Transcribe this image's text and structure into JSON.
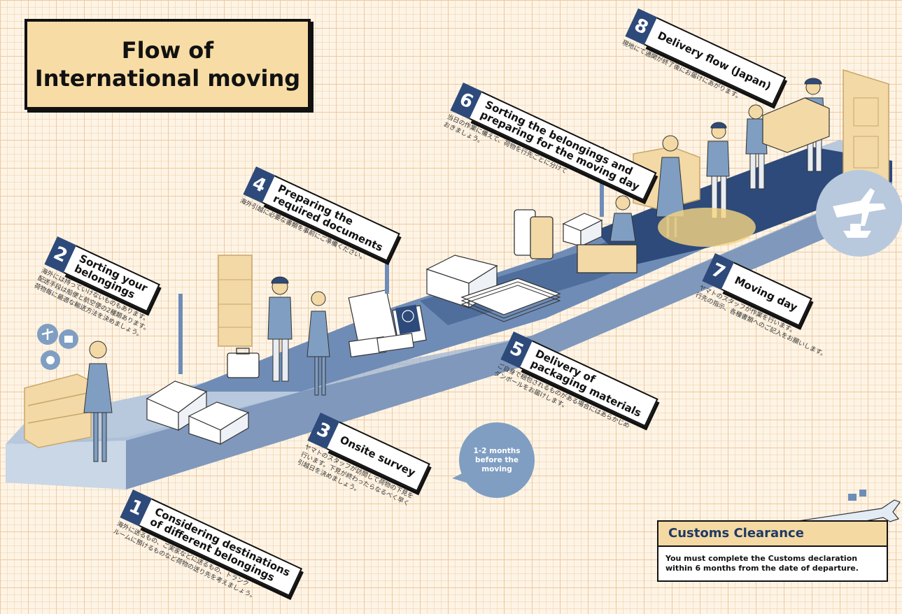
{
  "title": {
    "line1": "Flow of",
    "line2": "International moving"
  },
  "steps": [
    {
      "num": "1",
      "title": [
        "Considering destinations",
        "of different belongings"
      ],
      "desc": [
        "海外に送るもの、ご実家などに送るもの、トランク",
        "ルームに預けるものなど荷物の送り先を考えましょう。"
      ]
    },
    {
      "num": "2",
      "title": [
        "Sorting your",
        "belongings"
      ],
      "desc": [
        "海外には持っていけないものもあります。",
        "配送手段は船便と航空便の2種類あります。",
        "荷物毎に最適な輸送方法を決めましょう。"
      ]
    },
    {
      "num": "3",
      "title": [
        "Onsite survey"
      ],
      "desc": [
        "ヤマトのスタッフが訪問して荷物の下見を",
        "行います。下見が終わったらなるべく早く",
        "引越日を決めましょう。"
      ]
    },
    {
      "num": "4",
      "title": [
        "Preparing the",
        "required documents"
      ],
      "desc": [
        "海外引越に必要な書類を事前にご準備ください。"
      ]
    },
    {
      "num": "5",
      "title": [
        "Delivery of",
        "packaging materials"
      ],
      "desc": [
        "ご自身で梱包されるものがある場合にはあらかじめ",
        "ダンボールをお届けします。"
      ]
    },
    {
      "num": "6",
      "title": [
        "Sorting the belongings and",
        "preparing for the moving day"
      ],
      "desc": [
        "当日の作業に備えて、荷物を行先ごとに分けて",
        "おきましょう。"
      ]
    },
    {
      "num": "7",
      "title": [
        "Moving day"
      ],
      "desc": [
        "ヤマトのスタッフが作業を行います。",
        "行先の指示、各種書類へのご記入をお願いします。"
      ]
    },
    {
      "num": "8",
      "title": [
        "Delivery flow (Japan)"
      ],
      "desc": [
        "現地にて通関が終了後にお届けにあがります。"
      ]
    }
  ],
  "bubble": [
    "1-2 months",
    "before the",
    "moving"
  ],
  "customs": {
    "title": "Customs Clearance",
    "body": [
      "You must complete the Customs declaration",
      "within 6 months from the date of departure."
    ]
  },
  "colors": {
    "grid_background": "#fdf4e6",
    "grid_line": "#efc89a",
    "title_box": "#f7dca5",
    "platform_light": "#b8c9dd",
    "platform_mid": "#6f8cb6",
    "platform_dark": "#2d4a7a",
    "number_box": "#2d4a7a",
    "bubble": "#7f9ec2",
    "furniture": "#f3d9a6"
  },
  "icons": [
    "airplane-icon",
    "ship-icon",
    "box-icon",
    "suitcase-icon",
    "ticket-icon",
    "passport-icon",
    "person-icon",
    "mover-icon",
    "door-icon",
    "sofa-icon",
    "cabinet-icon"
  ]
}
